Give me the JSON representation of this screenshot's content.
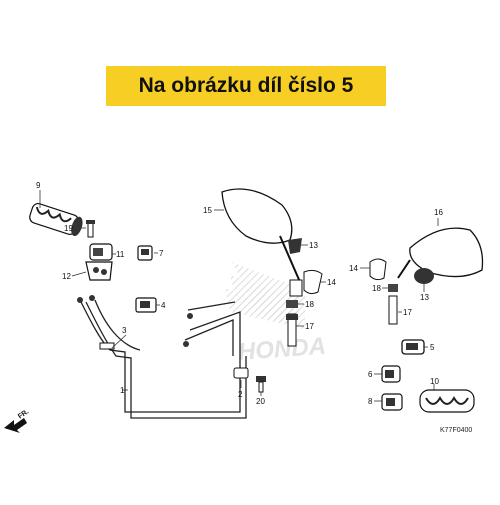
{
  "banner": {
    "text": "Na obrázku díl číslo 5",
    "color": "#f7cf24"
  },
  "watermark": {
    "text": "HONDA",
    "color": "#e6e6e6"
  },
  "direction_marker": {
    "label": "FR.",
    "icon": "front-direction-arrow-icon"
  },
  "drawing_code": "K77F0400",
  "callouts": [
    "9",
    "19",
    "11",
    "7",
    "12",
    "4",
    "3",
    "1",
    "2",
    "20",
    "15",
    "13",
    "14",
    "18",
    "17",
    "16",
    "14",
    "18",
    "13",
    "17",
    "5",
    "6",
    "10",
    "8"
  ],
  "highlighted_part": "5"
}
